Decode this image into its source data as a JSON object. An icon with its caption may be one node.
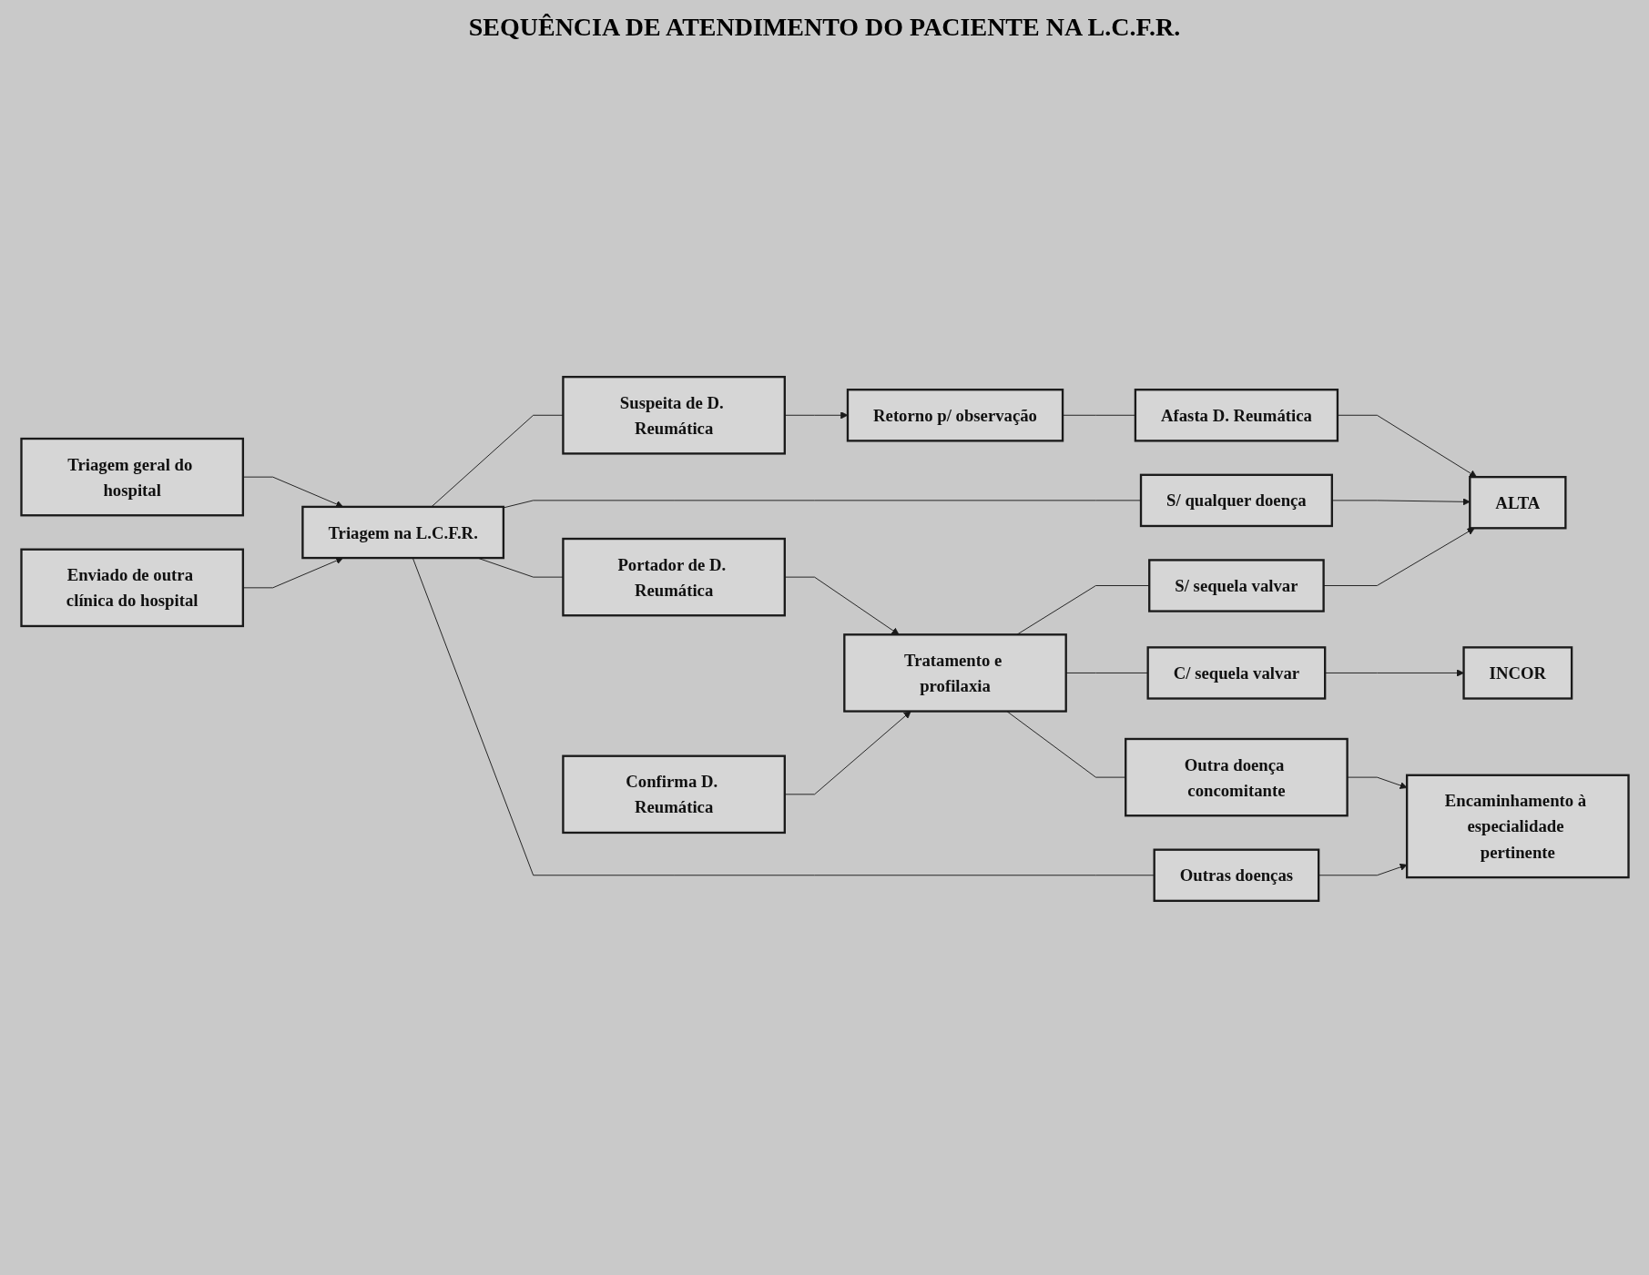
{
  "diagram": {
    "title": "SEQUÊNCIA DE ATENDIMENTO DO PACIENTE NA L.C.F.R.",
    "nodes": [
      {
        "text": [
          "Suspeita de D. Reumática"
        ]
      },
      {
        "text": [
          "Retorno p/ observação"
        ]
      },
      {
        "text": [
          "Confirma D. Reumática"
        ]
      },
      {
        "text": [
          "Triagem geral do hospital"
        ]
      },
      {
        "text": [
          "Afasta D. Reumática"
        ]
      },
      {
        "text": [
          "S/ qualquer doença"
        ]
      },
      {
        "text": [
          "ALTA"
        ]
      },
      {
        "text": [
          "Triagem na L.C.F.R."
        ]
      },
      {
        "text": [
          "S/ sequela valvar"
        ]
      },
      {
        "text": [
          "Portador de D. Reumática"
        ]
      },
      {
        "text": [
          "Tratamento e profilaxia"
        ]
      },
      {
        "text": [
          "C/ sequela valvar"
        ]
      },
      {
        "text": [
          "Enviado de outra clínica do hospital"
        ]
      },
      {
        "text": [
          "Outra doença concomitante"
        ]
      },
      {
        "text": [
          "INCOR"
        ]
      },
      {
        "text": [
          "Outras doenças"
        ]
      },
      {
        "text": [
          "Encaminhamento à especialidade pertinente"
        ]
      }
    ],
    "edges": [
      {
        "from": 3,
        "to": 7,
        "arrow": "to"
      },
      {
        "from": 12,
        "to": 7,
        "arrow": "to"
      },
      {
        "from": 7,
        "to": 0,
        "arrow": "none"
      },
      {
        "from": 7,
        "to": 5,
        "arrow": "none"
      },
      {
        "from": 7,
        "to": 9,
        "arrow": "none"
      },
      {
        "from": 7,
        "to": 15,
        "arrow": "none"
      },
      {
        "from": 0,
        "to": 1,
        "arrow": "to"
      },
      {
        "from": 1,
        "to": 4,
        "arrow": "none"
      },
      {
        "from": 4,
        "to": 6,
        "arrow": "to"
      },
      {
        "from": 5,
        "to": 6,
        "arrow": "to"
      },
      {
        "from": 8,
        "to": 6,
        "arrow": "to"
      },
      {
        "from": 10,
        "to": 8,
        "arrow": "none"
      },
      {
        "from": 9,
        "to": 10,
        "arrow": "to"
      },
      {
        "from": 2,
        "to": 10,
        "arrow": "to"
      },
      {
        "from": 10,
        "to": 11,
        "arrow": "none"
      },
      {
        "from": 11,
        "to": 14,
        "arrow": "to"
      },
      {
        "from": 10,
        "to": 13,
        "arrow": "none"
      },
      {
        "from": 13,
        "to": 16,
        "arrow": "to"
      },
      {
        "from": 15,
        "to": 16,
        "arrow": "to"
      }
    ]
  }
}
